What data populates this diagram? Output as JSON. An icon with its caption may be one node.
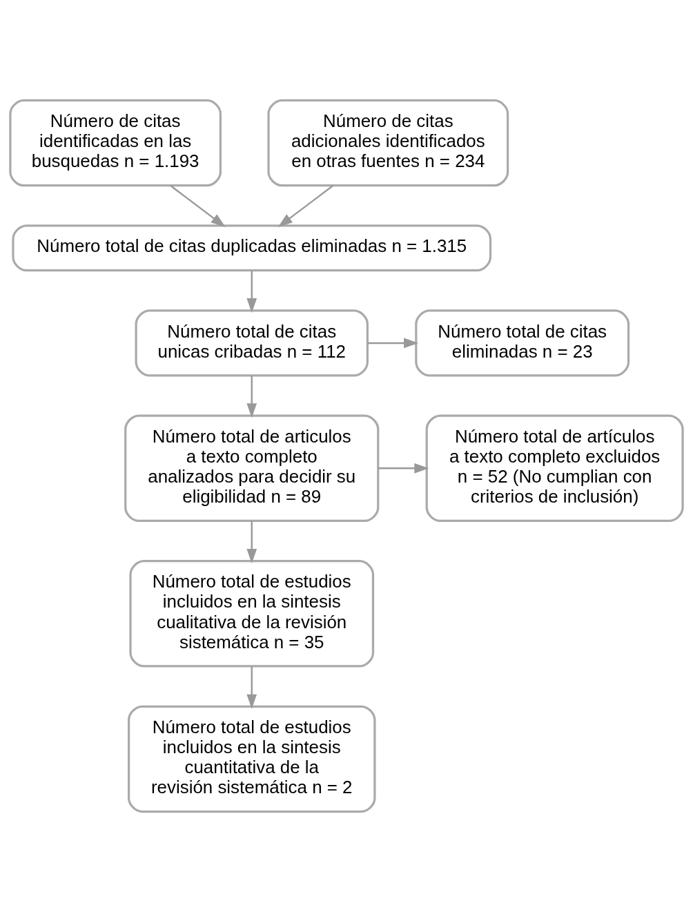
{
  "diagram": {
    "nodes": [
      {
        "text": [
          "Número de citas identificadas en las busquedas n = 1.193"
        ]
      },
      {
        "text": [
          "Número de citas adicionales identificados en otras fuentes n = 234"
        ]
      },
      {
        "text": [
          "Número total de citas duplicadas eliminadas n = 1.315"
        ]
      },
      {
        "text": [
          "Número total de citas unicas cribadas n = 112"
        ]
      },
      {
        "text": [
          "Número total de citas eliminadas n = 23"
        ]
      },
      {
        "text": [
          "Número total de articulos a texto completo analizados para decidir su eligibilidad n = 89"
        ]
      },
      {
        "text": [
          "Número total de artículos a texto completo excluidos n = 52 (No cumplian con criterios de inclusión)"
        ]
      },
      {
        "text": [
          "Número total de estudios incluidos en la sintesis cualitativa de la revisión sistemática n = 35"
        ]
      },
      {
        "text": [
          "Número total de estudios incluidos en la sintesis cuantitativa de la revisión sistemática n = 2"
        ]
      }
    ],
    "edges": [
      {
        "from": 0,
        "to": 2,
        "arrow": "to"
      },
      {
        "from": 1,
        "to": 2,
        "arrow": "to"
      },
      {
        "from": 2,
        "to": 3,
        "arrow": "to"
      },
      {
        "from": 3,
        "to": 4,
        "arrow": "to"
      },
      {
        "from": 3,
        "to": 5,
        "arrow": "to"
      },
      {
        "from": 5,
        "to": 6,
        "arrow": "to"
      },
      {
        "from": 5,
        "to": 7,
        "arrow": "to"
      },
      {
        "from": 7,
        "to": 8,
        "arrow": "to"
      }
    ]
  }
}
